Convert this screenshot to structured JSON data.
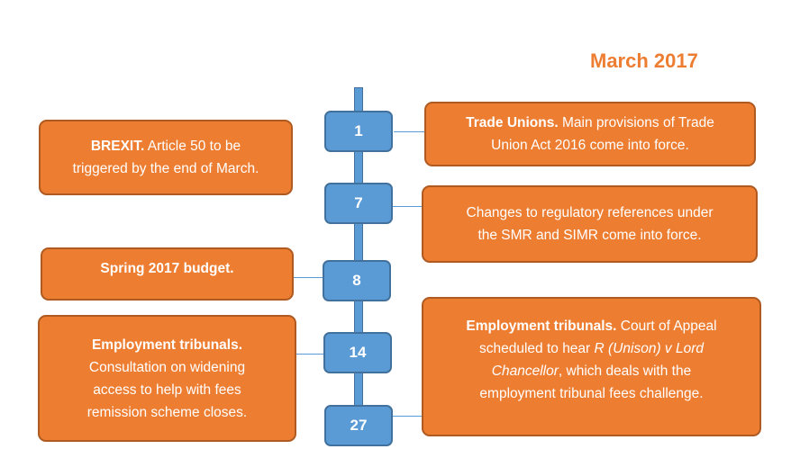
{
  "title": "March 2017",
  "days": [
    "1",
    "7",
    "8",
    "14",
    "27"
  ],
  "events": {
    "brexit": {
      "heading": "BREXIT.",
      "line1_rest": " Article 50 to be",
      "line2": "triggered by the end of March."
    },
    "trade_unions": {
      "heading": "Trade Unions.",
      "line1_rest": " Main provisions of Trade",
      "line2": "Union Act 2016 come into force."
    },
    "regulatory": {
      "line1": "Changes to regulatory references under",
      "line2": "the SMR and SIMR come into force."
    },
    "budget": {
      "heading": "Spring 2017 budget."
    },
    "tribunals_consultation": {
      "heading": "Employment tribunals.",
      "line2": "Consultation on widening",
      "line3": "access to help with fees",
      "line4": "remission scheme closes."
    },
    "tribunals_appeal": {
      "heading": "Employment tribunals.",
      "line1_rest": " Court of Appeal",
      "line2_a": "scheduled to hear ",
      "line2_italic": "R (Unison) v Lord",
      "line3_italic": "Chancellor",
      "line3_rest": ", which deals with the",
      "line4": "employment tribunal fees challenge."
    }
  }
}
